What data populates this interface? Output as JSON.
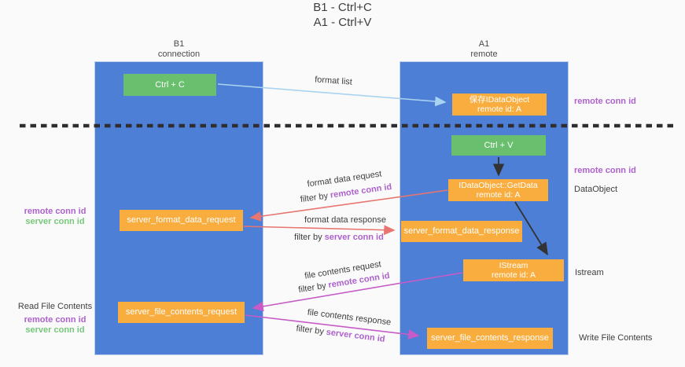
{
  "title": {
    "line1": "B1 - Ctrl+C",
    "line2": "A1 - Ctrl+V"
  },
  "columns": {
    "left": {
      "name": "B1",
      "subtitle": "connection"
    },
    "right": {
      "name": "A1",
      "subtitle": "remote"
    }
  },
  "boxes": {
    "ctrl_c": {
      "label": "Ctrl + C"
    },
    "save_idataobject": {
      "line1": "保存IDataObject",
      "line2": "remote id: A"
    },
    "ctrl_v": {
      "label": "Ctrl + V"
    },
    "getdata": {
      "line1": "IDataObject::GetData",
      "line2": "remote id: A"
    },
    "format_request": {
      "label": "server_format_data_request"
    },
    "format_response": {
      "label": "server_format_data_response"
    },
    "istream": {
      "line1": "IStream",
      "line2": "remote id: A"
    },
    "file_request": {
      "label": "server_file_contents_request"
    },
    "file_response": {
      "label": "server_file_contents_response"
    }
  },
  "arrow_labels": {
    "format_list": "format list",
    "format_data_request": "format data request",
    "filter_remote_1": {
      "prefix": "filter by",
      "key": "remote conn id"
    },
    "format_data_response": "format data response",
    "filter_server_1": {
      "prefix": "filter by",
      "key": "server conn id"
    },
    "file_contents_request": "file contents request",
    "filter_remote_2": {
      "prefix": "filter by",
      "key": "remote conn id"
    },
    "file_contents_response": "file contents response",
    "filter_server_2": {
      "prefix": "filter by",
      "key": "server conn id"
    }
  },
  "side_labels": {
    "remote_conn_right_1": "remote conn id",
    "remote_conn_right_2": "remote conn id",
    "dataobject": "DataObject",
    "istream": "Istream",
    "write_file_contents": "Write File Contents",
    "remote_conn_left_1": "remote conn id",
    "server_conn_left_1": "server conn id",
    "read_file_contents": "Read File Contents",
    "remote_conn_left_2": "remote conn id",
    "server_conn_left_2": "server conn id"
  },
  "colors": {
    "background": "#fafafa",
    "column_blue": "#4c7fd5",
    "box_green": "#69bf6d",
    "box_orange": "#f8ad3e",
    "arrow_blue": "#a9d3f0",
    "arrow_red": "#e8756f",
    "arrow_magenta": "#c75bc7",
    "arrow_black": "#333333",
    "text_purple": "#ad62cc",
    "text_green": "#77c77b",
    "dashed_line": "#2e2e2e"
  }
}
